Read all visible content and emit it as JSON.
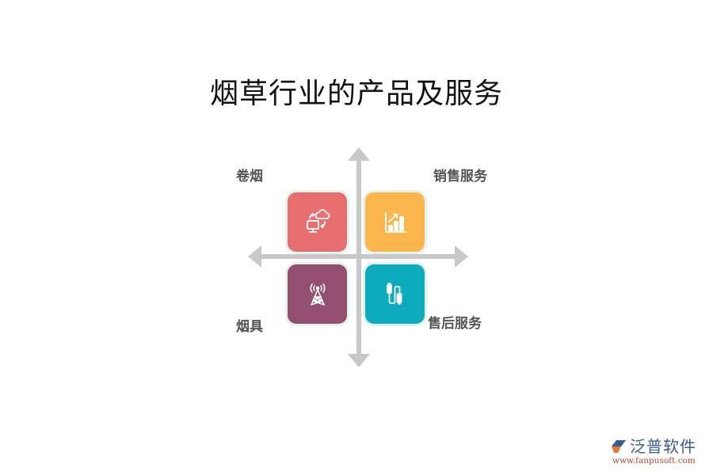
{
  "title": "烟草行业的产品及服务",
  "colors": {
    "axis": "#c8c8c8",
    "tile_halo": "#e2f4ee",
    "label_text": "#555555"
  },
  "quadrants": [
    {
      "position": "top-left",
      "label": "卷烟",
      "icon": "cloud-sync-computer-icon",
      "color": "#e86f6f"
    },
    {
      "position": "top-right",
      "label": "销售服务",
      "icon": "bar-chart-growth-icon",
      "color": "#fbb74e"
    },
    {
      "position": "bottom-left",
      "label": "烟具",
      "icon": "signal-tower-icon",
      "color": "#944e6f"
    },
    {
      "position": "bottom-right",
      "label": "售后服务",
      "icon": "usb-cable-icon",
      "color": "#0eabbd"
    }
  ],
  "logo": {
    "name": "泛普软件",
    "url": "www.fanpusoft.com"
  }
}
